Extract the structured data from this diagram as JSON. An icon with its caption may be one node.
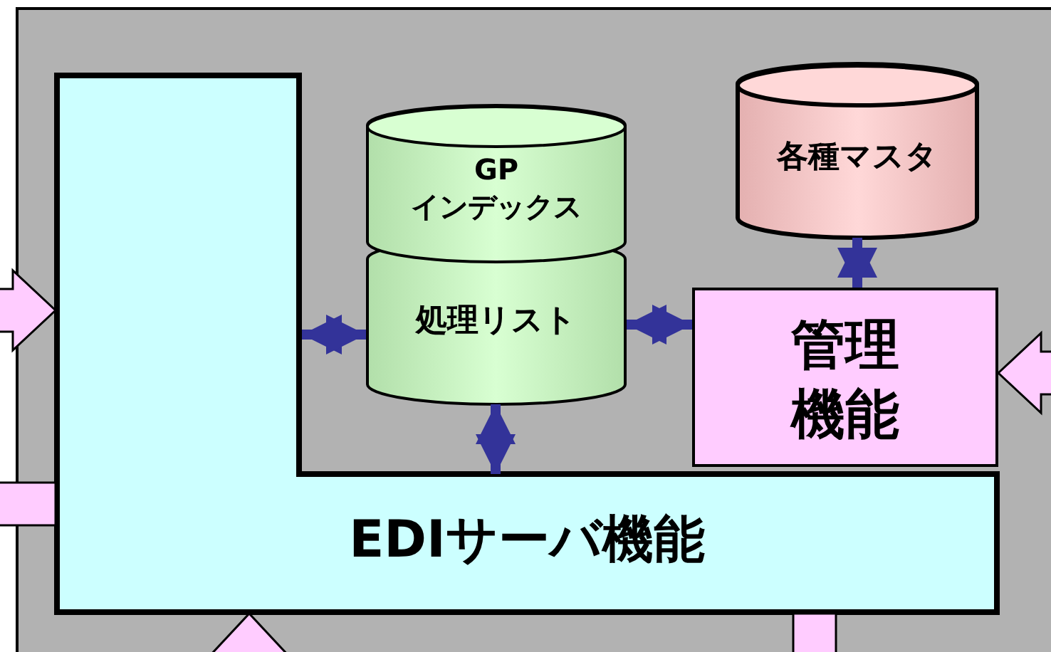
{
  "diagram": {
    "nodes": [
      {
        "text": [
          "EDIサーバ機能"
        ]
      },
      {
        "text": [
          "GP インデックス",
          "処理リスト"
        ]
      },
      {
        "text": [
          "各種マスタ"
        ]
      },
      {
        "text": [
          "管理機能"
        ]
      }
    ],
    "edges": [
      {
        "from": 0,
        "to": 1,
        "arrow": "both"
      },
      {
        "from": 1,
        "to": 3,
        "arrow": "both"
      },
      {
        "from": 1,
        "to": 0,
        "arrow": "both"
      },
      {
        "from": 2,
        "to": 3,
        "arrow": "both"
      },
      {
        "from": null,
        "to": 0,
        "arrow": "to"
      },
      {
        "from": 0,
        "to": null,
        "arrow": "none"
      },
      {
        "from": null,
        "to": 0,
        "arrow": "to"
      },
      {
        "from": 0,
        "to": null,
        "arrow": "none"
      },
      {
        "from": null,
        "to": 3,
        "arrow": "to"
      }
    ]
  }
}
